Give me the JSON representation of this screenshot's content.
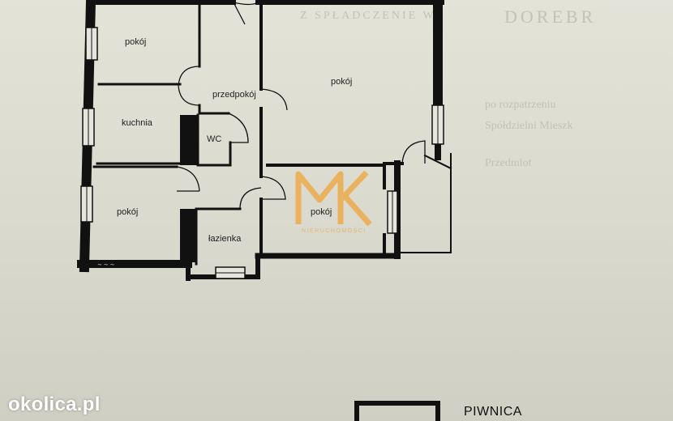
{
  "rooms": {
    "pokoj_top_left": "pokój",
    "przedpokoj": "przedpokój",
    "pokoj_large": "pokój",
    "kuchnia": "kuchnia",
    "wc": "WC",
    "pokoj_bottom_left": "pokój",
    "lazienka": "łazienka",
    "pokoj_center": "pokój"
  },
  "watermark": "okolica.pl",
  "basement_label": "PIWNICA",
  "background_text": {
    "line1": "Z  SPŁADCZENIE  W",
    "line2": "DOREBR",
    "line3": "po rozpatrzeniu",
    "line4": "Spółdzielni Mieszk",
    "line5": "Przedmiot"
  },
  "logo": {
    "name": "MK-logo",
    "subtitle": "NIERUCHOMOŚCI"
  },
  "colors": {
    "wall": "#111111",
    "paper": "#dcdcd1",
    "logo": "#f0a53a",
    "watermark": "#ffffff"
  }
}
